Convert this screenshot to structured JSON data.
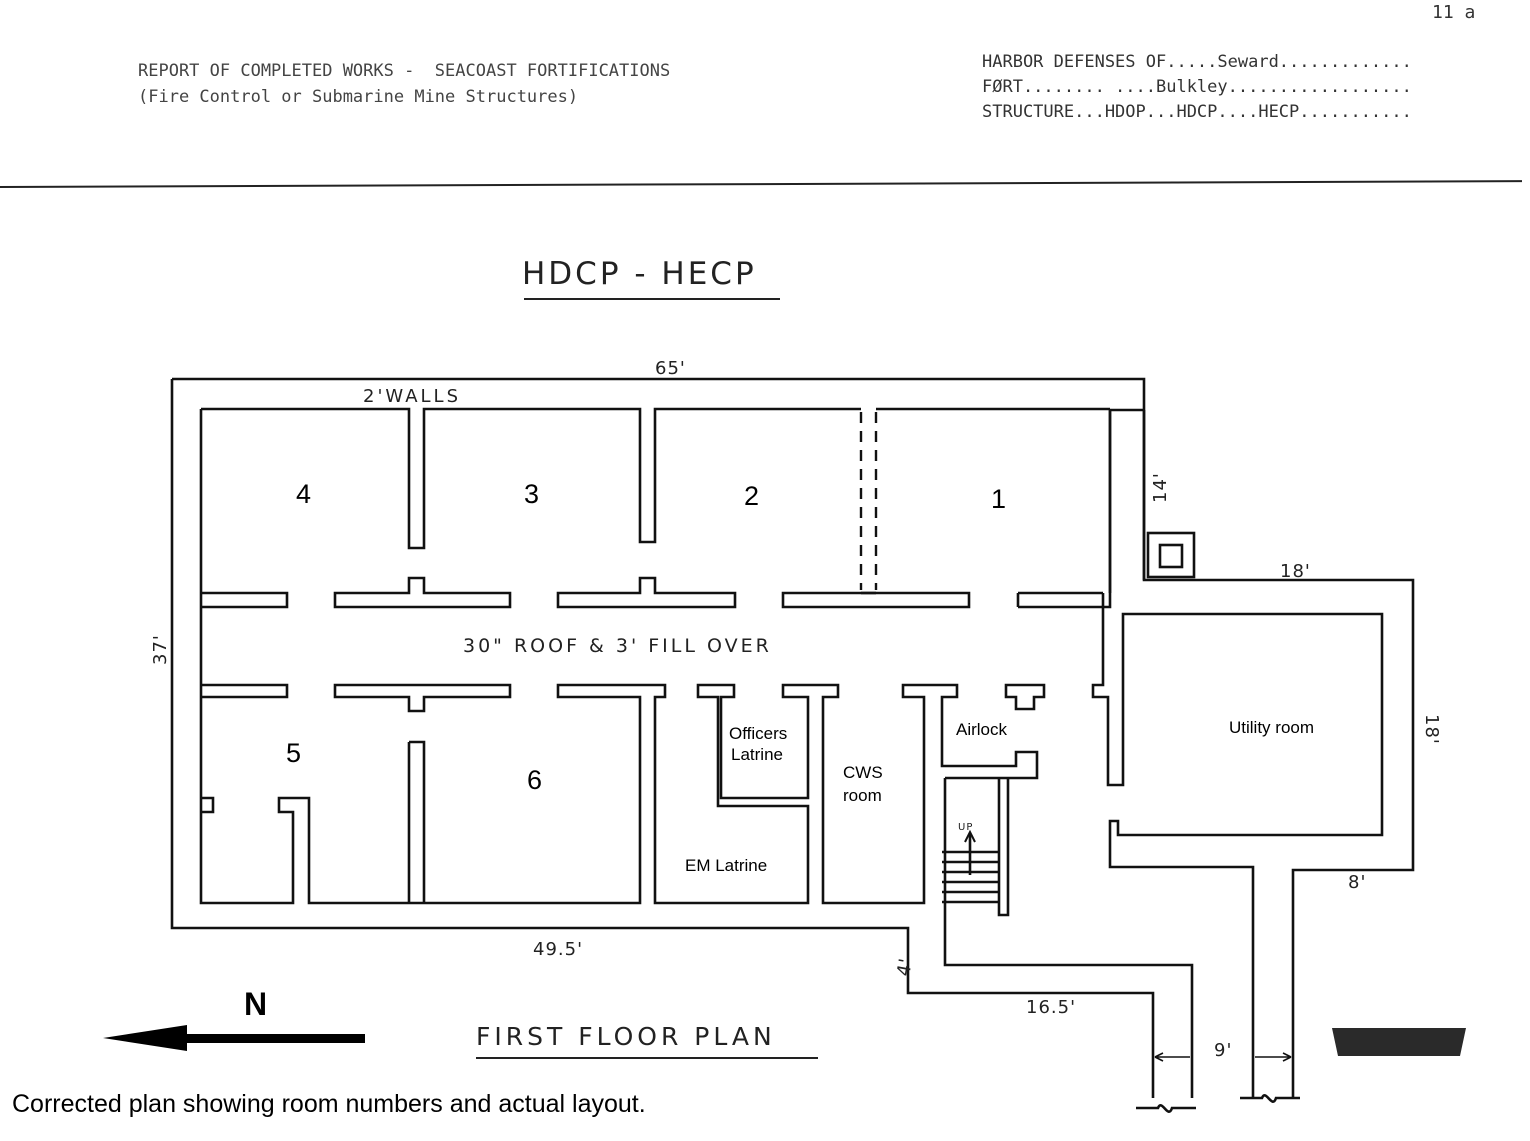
{
  "page_number": "11 a",
  "header": {
    "left_line1": "REPORT OF COMPLETED WORKS -  SEACOAST FORTIFICATIONS",
    "left_line2": "(Fire Control or Submarine Mine Structures)",
    "right_line1": "HARBOR DEFENSES OF.....Seward.............",
    "right_line2": "FØRT........ ....Bulkley..................",
    "right_line3": "STRUCTURE...HDOP...HDCP....HECP..........."
  },
  "title": "HDCP - HECP",
  "plan": {
    "notes": {
      "walls": "2'WALLS",
      "roof": "30\" ROOF & 3' FILL OVER",
      "stairs": "UP"
    },
    "dimensions": {
      "top": "65'",
      "left": "37'",
      "bottom": "49.5'",
      "annex_top": "18'",
      "annex_right": "18'",
      "annex_offset": "14'",
      "corridor_step": "4'",
      "corridor_length": "16.5'",
      "passage_width": "8'",
      "exit_width": "9'"
    },
    "rooms": {
      "r1": "1",
      "r2": "2",
      "r3": "3",
      "r4": "4",
      "r5": "5",
      "r6": "6",
      "officers_latrine": "Officers\nLatrine",
      "cws_room": "CWS\nroom",
      "airlock": "Airlock",
      "em_latrine": "EM Latrine",
      "utility_room": "Utility room"
    }
  },
  "north_label": "N",
  "footer_title": "FIRST FLOOR PLAN",
  "caption": "Corrected plan showing room numbers and actual layout."
}
